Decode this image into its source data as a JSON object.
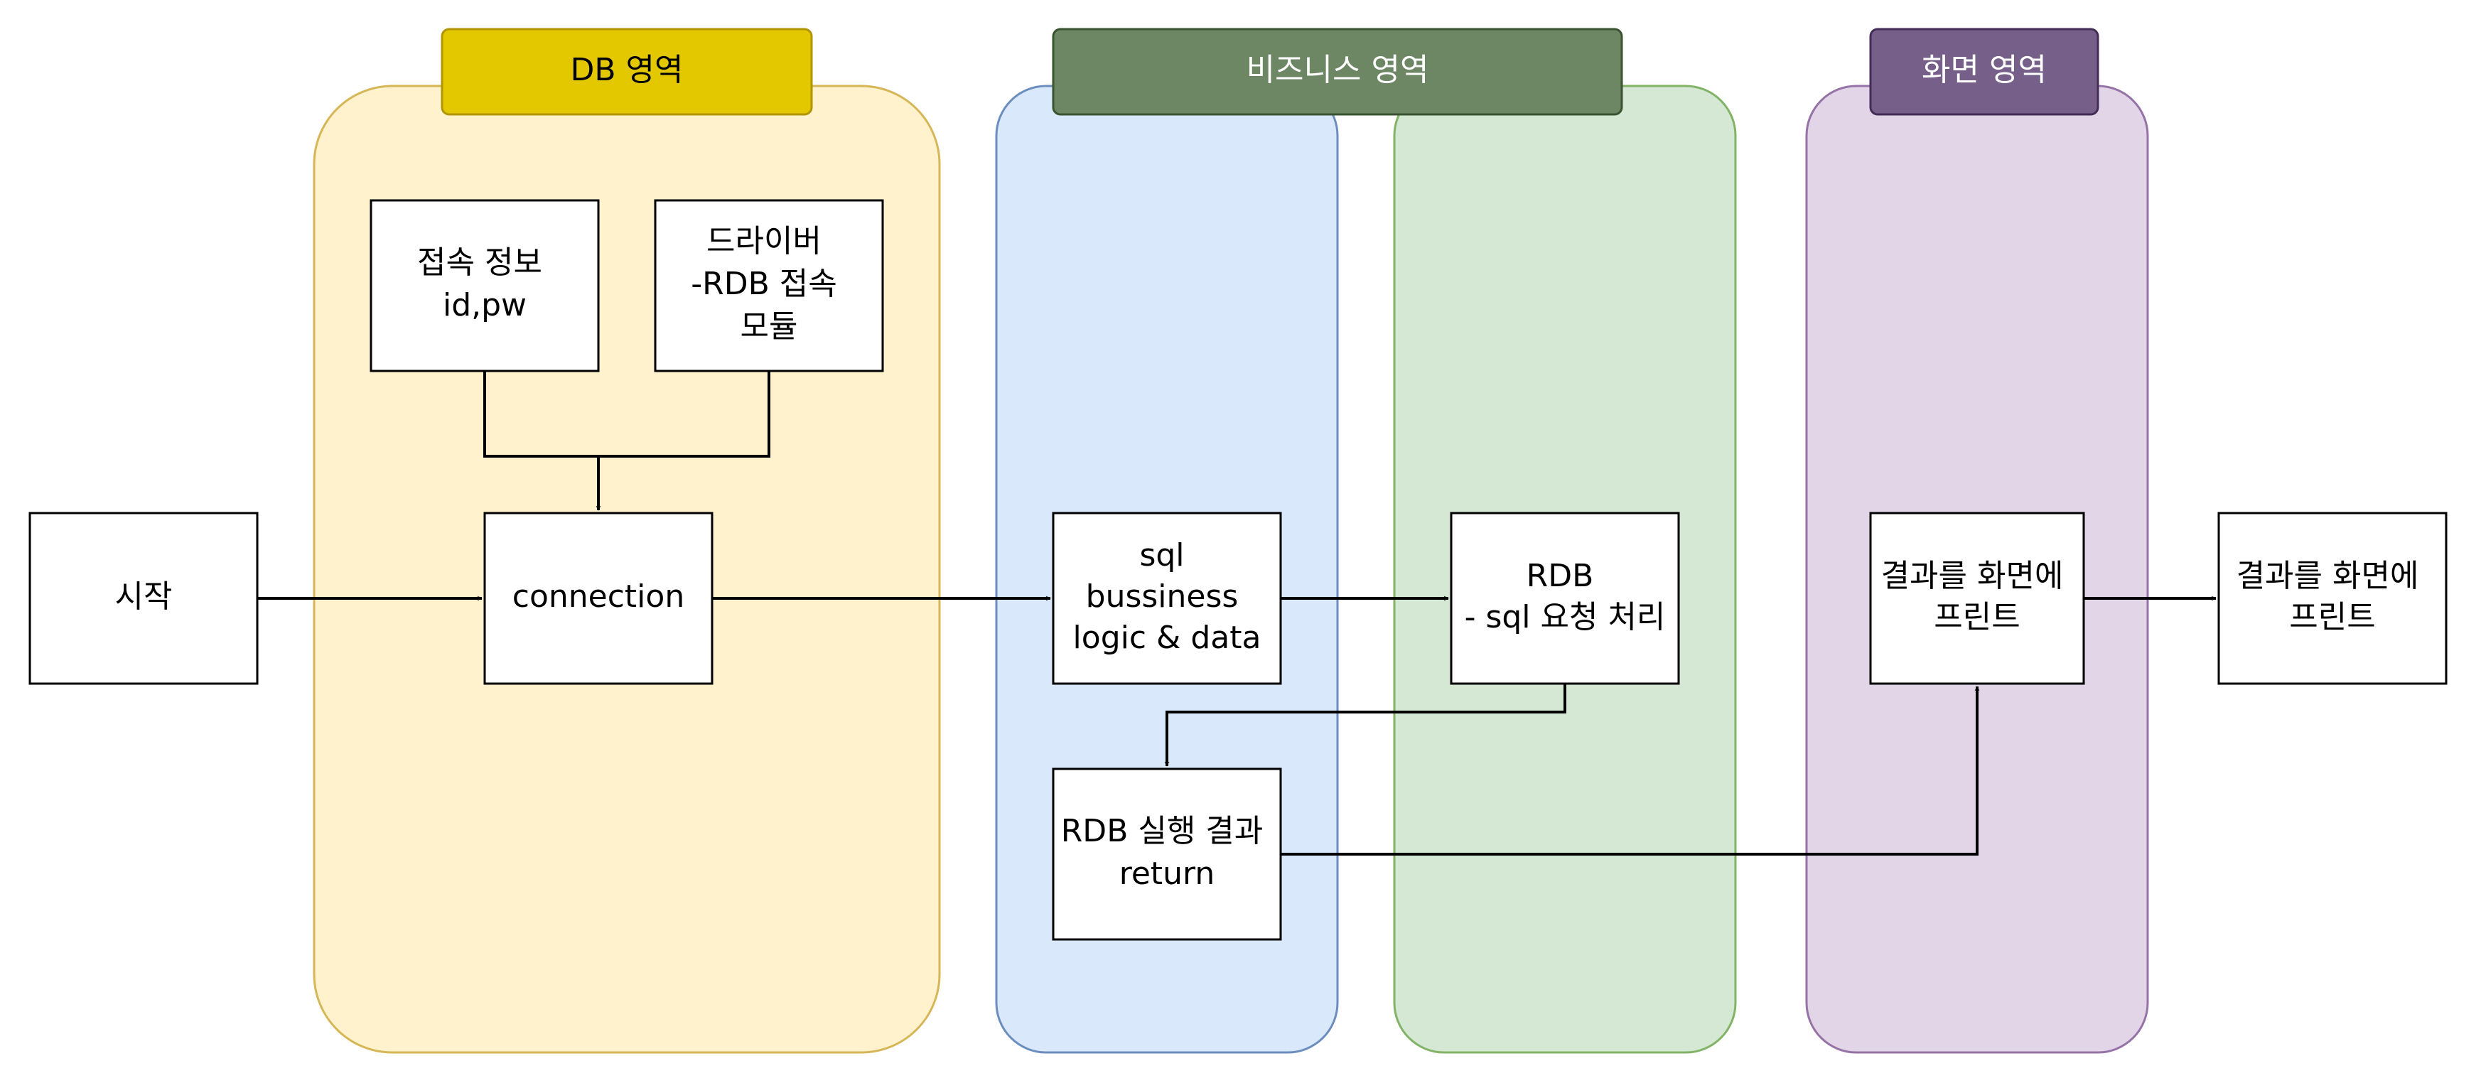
{
  "colors": {
    "db_zone_fill": "#fff2cc",
    "db_zone_stroke": "#d6b656",
    "db_header_fill": "#e3c800",
    "db_header_stroke": "#b09500",
    "db_header_text": "#000000",
    "biz_zone1_fill": "#dae8fc",
    "biz_zone1_stroke": "#6c8ebf",
    "biz_zone2_fill": "#d5e8d4",
    "biz_zone2_stroke": "#82b366",
    "biz_header_fill": "#6d8764",
    "biz_header_stroke": "#3a5431",
    "biz_header_text": "#ffffff",
    "screen_zone_fill": "#e1d5e7",
    "screen_zone_stroke": "#9673a6",
    "screen_header_fill": "#76608a",
    "screen_header_stroke": "#432d57",
    "screen_header_text": "#ffffff",
    "box_fill": "#ffffff",
    "box_stroke": "#000000",
    "edge": "#000000"
  },
  "headers": {
    "db": "DB 영역",
    "business": "비즈니스 영역",
    "screen": "화면 영역"
  },
  "nodes": {
    "start": [
      "시작"
    ],
    "conn_info": [
      "접속 정보",
      "id,pw"
    ],
    "driver": [
      "드라이버",
      "-RDB 접속",
      "모듈"
    ],
    "connection": [
      "connection"
    ],
    "sql_logic": [
      "sql",
      "bussiness",
      "logic & data"
    ],
    "rdb": [
      "RDB",
      "- sql 요청 처리"
    ],
    "rdb_result": [
      "RDB 실행 결과",
      "return"
    ],
    "print_result": [
      "결과를 화면에",
      "프린트"
    ],
    "print_result_out": [
      "결과를 화면에",
      "프린트"
    ]
  },
  "edges": [
    {
      "from": "conn_info",
      "to": "connection"
    },
    {
      "from": "driver",
      "to": "connection"
    },
    {
      "from": "start",
      "to": "connection"
    },
    {
      "from": "connection",
      "to": "sql_logic"
    },
    {
      "from": "sql_logic",
      "to": "rdb"
    },
    {
      "from": "rdb",
      "to": "rdb_result"
    },
    {
      "from": "rdb_result",
      "to": "print_result"
    },
    {
      "from": "print_result",
      "to": "print_result_out"
    }
  ]
}
